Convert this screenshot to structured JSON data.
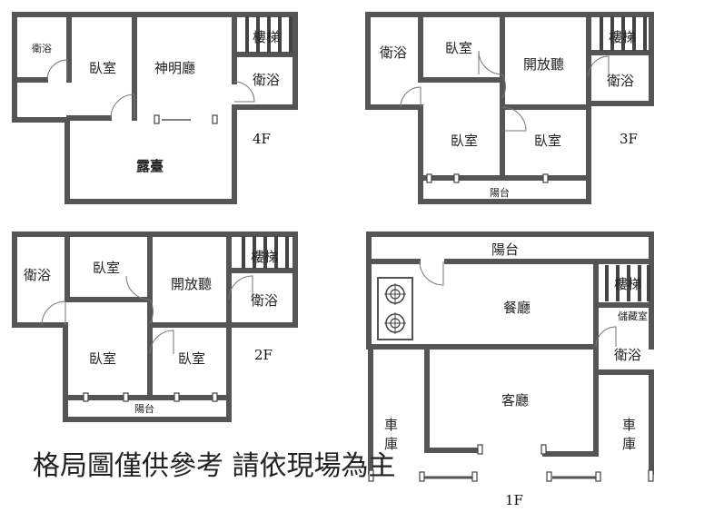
{
  "floors": {
    "f4": {
      "label": "4F",
      "rooms": {
        "bath_small": "衛浴",
        "bedroom": "臥室",
        "shrine": "神明廳",
        "stairs": "樓梯",
        "bath": "衛浴",
        "terrace": "露臺"
      }
    },
    "f3": {
      "label": "3F",
      "rooms": {
        "bath": "衛浴",
        "bedroom1": "臥室",
        "living": "開放聽",
        "stairs": "樓梯",
        "bath2": "衛浴",
        "bedroom2": "臥室",
        "bedroom3": "臥室",
        "balcony": "陽台"
      }
    },
    "f2": {
      "label": "2F",
      "rooms": {
        "bath": "衛浴",
        "bedroom1": "臥室",
        "living": "開放聽",
        "stairs": "樓梯",
        "bath2": "衛浴",
        "bedroom2": "臥室",
        "bedroom3": "臥室",
        "balcony": "陽台"
      }
    },
    "f1": {
      "label": "1F",
      "rooms": {
        "balcony": "陽台",
        "dining": "餐廳",
        "stairs": "樓梯",
        "storage": "儲藏室",
        "bath": "衛浴",
        "living": "客廳",
        "garage_left": "車庫",
        "garage_right": "車庫"
      }
    }
  },
  "disclaimer": "格局圖僅供參考 請依現場為主"
}
